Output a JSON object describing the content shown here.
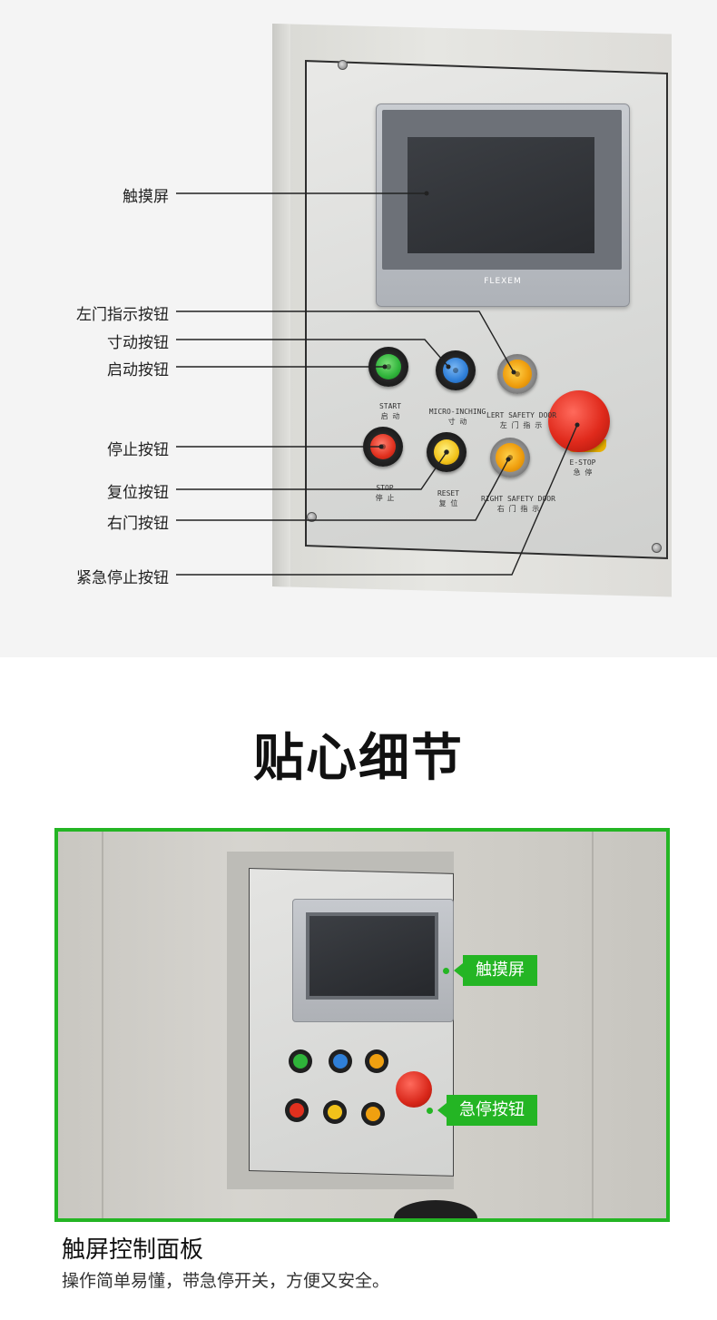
{
  "diagram": {
    "hmi_brand": "FLEXEM",
    "callouts": [
      {
        "id": "touchscreen",
        "label": "触摸屏"
      },
      {
        "id": "left-door-indicator",
        "label": "左门指示按钮"
      },
      {
        "id": "micro-inching",
        "label": "寸动按钮"
      },
      {
        "id": "start",
        "label": "启动按钮"
      },
      {
        "id": "stop",
        "label": "停止按钮"
      },
      {
        "id": "reset",
        "label": "复位按钮"
      },
      {
        "id": "right-door",
        "label": "右门按钮"
      },
      {
        "id": "emergency-stop",
        "label": "紧急停止按钮"
      }
    ],
    "plate_labels": {
      "start": [
        "START",
        "启 动"
      ],
      "micro_inching": [
        "MICRO-INCHING",
        "寸  动"
      ],
      "left_door": [
        "LERT SAFETY DOOR",
        "左 门 指 示"
      ],
      "stop": [
        "STOP",
        "停 止"
      ],
      "reset": [
        "RESET",
        "复  位"
      ],
      "right_door": [
        "RIGHT SAFETY DOOR",
        "右 门 指 示"
      ],
      "estop": [
        "E-STOP",
        "急 停"
      ]
    },
    "colors": {
      "start": "#2fb33a",
      "micro_inching": "#2f7fd8",
      "stop": "#e0301e",
      "reset": "#f2c21a",
      "lamp": "#f0a010",
      "estop": "#e02a1c"
    }
  },
  "section": {
    "title": "贴心细节"
  },
  "detail": {
    "tags": {
      "touchscreen": "触摸屏",
      "estop": "急停按钮"
    },
    "feature_title": "触屏控制面板",
    "feature_desc": "操作简单易懂，带急停开关，方便又安全。",
    "frame_color": "#24b524"
  }
}
